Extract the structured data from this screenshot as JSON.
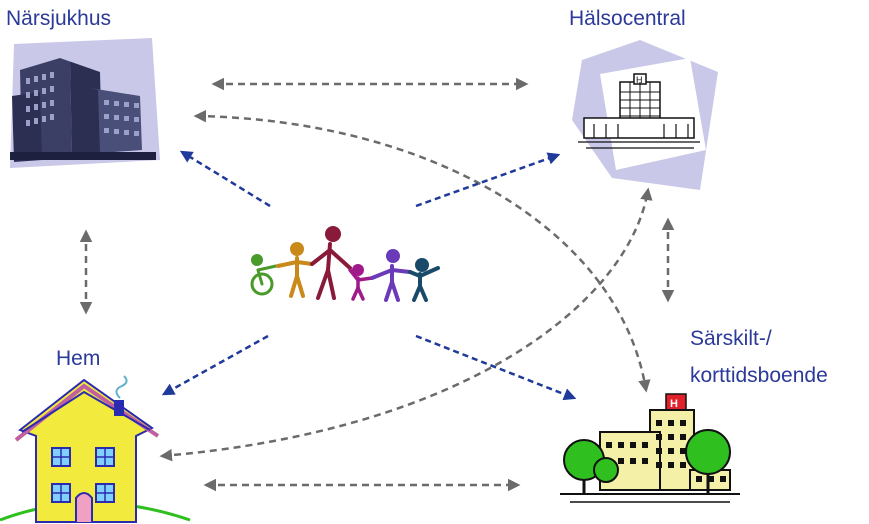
{
  "nodes": {
    "hospital": "Närsjukhus",
    "health_center": "Hälsocentral",
    "home": "Hem",
    "special_housing_line1": "Särskilt-/",
    "special_housing_line2": "korttidsboende"
  },
  "colors": {
    "label": "#2b3a9a",
    "patient_arrow": "#1f3a9a",
    "care_arrow": "#6b6b6b",
    "building_dark": "#3b3f66",
    "building_light": "#c9c8e8",
    "house_yellow": "#f2ea3c",
    "tree_green": "#2fbf1f",
    "cross_red": "#e0202a"
  },
  "icons": [
    "hospital-building-icon",
    "health-center-icon",
    "home-house-icon",
    "special-housing-icon",
    "family-people-icon"
  ]
}
